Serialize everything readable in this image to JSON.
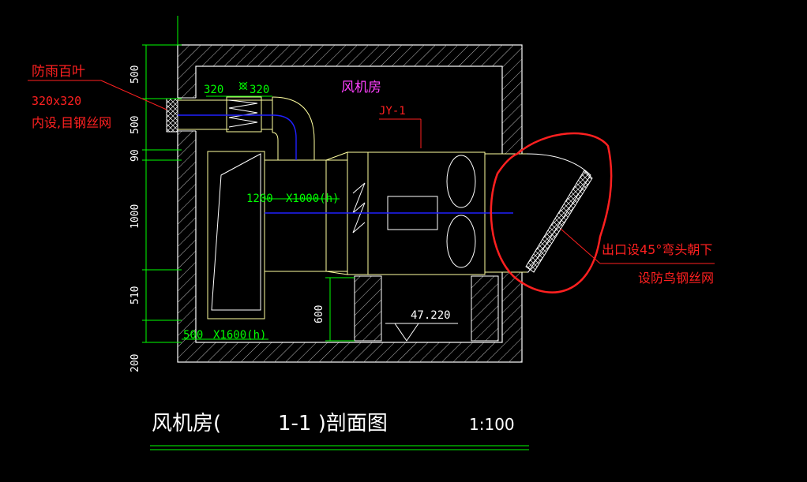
{
  "colors": {
    "background": "#000000",
    "wall": "#ffffff",
    "hatch": "#c8c8c8",
    "dimension": "#00ff00",
    "annotation_red": "#ff2020",
    "room_label": "#ff40ff",
    "equipment": "#ffff9f",
    "duct_blue": "#2020ff",
    "title_text": "#ffffff"
  },
  "labels": {
    "louver_title": "防雨百叶",
    "louver_size": "320x320",
    "louver_mesh": "内设,目钢丝网",
    "room_name": "风机房",
    "equipment_tag": "JY-1",
    "outlet_note_1": "出口设45°弯头朝下",
    "outlet_note_2": "设防鸟钢丝网",
    "elevation": "47.220",
    "title_main": "风机房(",
    "title_section": "1-1 )剖面图",
    "scale": "1:100"
  },
  "dimensions": {
    "duct_top_left": "320",
    "duct_top_right": "320",
    "duct_mid_w": "1200",
    "duct_mid_h": "X1000(h)",
    "duct_bottom_w": "500",
    "duct_bottom_h": "X1600(h)",
    "base_height": "600",
    "vertical": [
      "500",
      "500",
      "90",
      "1000",
      "510",
      "200"
    ]
  }
}
